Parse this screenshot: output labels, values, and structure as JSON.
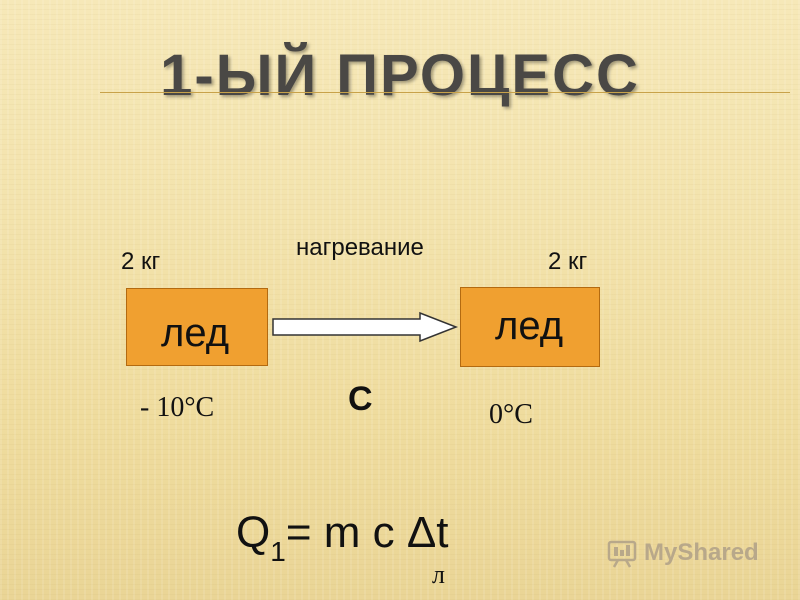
{
  "title": "1-ЫЙ ПРОЦЕСС",
  "process_label": "нагревание",
  "left_mass": "2 кг",
  "right_mass": "2 кг",
  "left_box": "лед",
  "right_box": "лед",
  "left_temp": "- 10°С",
  "right_temp": "0°С",
  "c_label": "С",
  "formula": {
    "q": "Q",
    "q_sub": "1",
    "rest": "= m c",
    "delta_t": "Δt",
    "c_sub": "л"
  },
  "watermark": "MyShared",
  "colors": {
    "box_fill": "#f0a030",
    "accent_rule": "#c8a24a"
  }
}
